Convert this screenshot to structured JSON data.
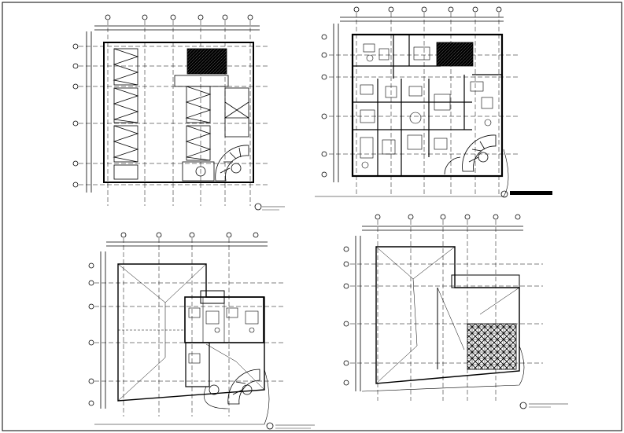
{
  "sheet": {
    "background": "#ffffff",
    "line_color": "#000000",
    "border": true
  },
  "plans": [
    {
      "id": "plan-1",
      "kind": "basement-parking-plan",
      "title": "",
      "subtitle": "",
      "features": [
        "dimension-grid",
        "grid-bubbles",
        "parking-bays",
        "spiral-staircase",
        "lift-shaft-hatched",
        "compass-marker"
      ]
    },
    {
      "id": "plan-2",
      "kind": "ground-floor-furnished-plan",
      "title": "",
      "features": [
        "dimension-grid",
        "grid-bubbles",
        "furnished-rooms",
        "spiral-staircase",
        "lift-shaft-hatched",
        "compass-marker"
      ]
    },
    {
      "id": "plan-3",
      "kind": "first-floor-and-roof-plan",
      "title": "",
      "subtitle": "",
      "features": [
        "dimension-grid",
        "grid-bubbles",
        "roof-slopes",
        "furnished-rooms",
        "spiral-staircase",
        "compass-marker"
      ]
    },
    {
      "id": "plan-4",
      "kind": "roof-plan",
      "title": "",
      "features": [
        "dimension-grid",
        "grid-bubbles",
        "roof-slopes",
        "tiled-terrace",
        "compass-marker"
      ]
    }
  ]
}
